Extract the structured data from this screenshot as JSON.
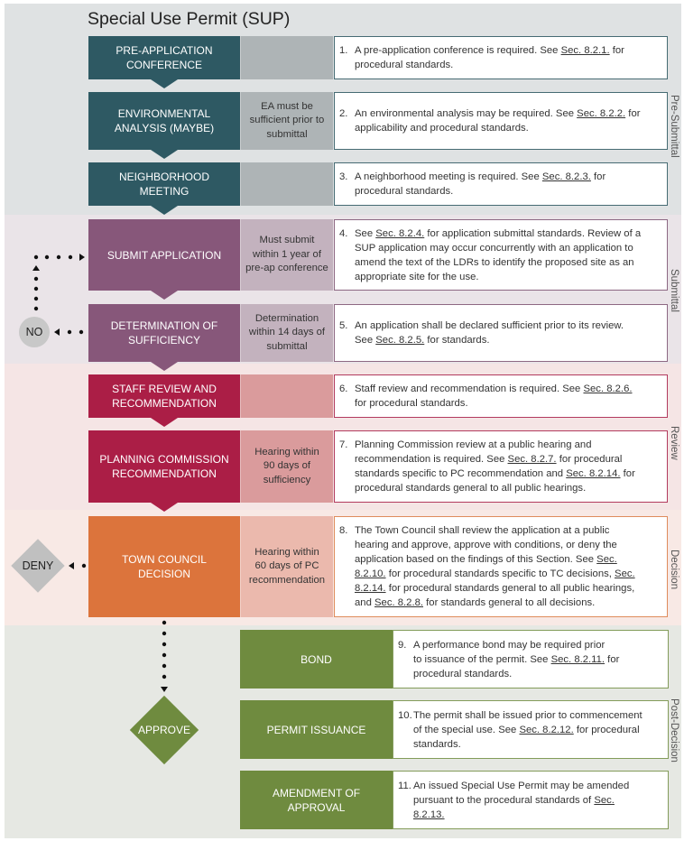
{
  "title": "Special Use Permit (SUP)",
  "phases": {
    "pre_submittal": "Pre-Submittal",
    "submittal": "Submittal",
    "review": "Review",
    "decision": "Decision",
    "post_decision": "Post-Decision"
  },
  "colors": {
    "pre_submittal": "#2e5963",
    "submittal": "#87577a",
    "review": "#ab1e46",
    "decision": "#dc743c",
    "post_decision": "#6f8b3f"
  },
  "decisions": {
    "no": "NO",
    "deny": "DENY",
    "approve": "APPROVE"
  },
  "steps": [
    {
      "num": "1.",
      "name": "PRE-APPLICATION\nCONFERENCE",
      "note": "",
      "desc": [
        [
          {
            "t": "A pre-application conference is required. See "
          },
          {
            "t": "Sec. 8.2.1.",
            "link": true
          },
          {
            "t": " for"
          }
        ],
        [
          {
            "t": "procedural standards."
          }
        ]
      ]
    },
    {
      "num": "2.",
      "name": "ENVIRONMENTAL\nANALYSIS (MAYBE)",
      "note": "EA must be\nsufficient prior to\nsubmittal",
      "desc": [
        [
          {
            "t": "An environmental analysis may be required. See "
          },
          {
            "t": "Sec. 8.2.2.",
            "link": true
          },
          {
            "t": " for"
          }
        ],
        [
          {
            "t": "applicability and procedural standards."
          }
        ]
      ]
    },
    {
      "num": "3.",
      "name": "NEIGHBORHOOD\nMEETING",
      "note": "",
      "desc": [
        [
          {
            "t": "A neighborhood meeting is required. See "
          },
          {
            "t": "Sec. 8.2.3.",
            "link": true
          },
          {
            "t": " for"
          }
        ],
        [
          {
            "t": "procedural standards."
          }
        ]
      ]
    },
    {
      "num": "4.",
      "name": "SUBMIT APPLICATION",
      "note": "Must submit\nwithin 1 year of\npre-ap conference",
      "desc": [
        [
          {
            "t": "See "
          },
          {
            "t": "Sec. 8.2.4.",
            "link": true
          },
          {
            "t": " for application submittal standards. Review of a"
          }
        ],
        [
          {
            "t": "SUP application may occur concurrently with an application to"
          }
        ],
        [
          {
            "t": "amend the text of the LDRs to identify the proposed site as an"
          }
        ],
        [
          {
            "t": "appropriate site for the use."
          }
        ]
      ]
    },
    {
      "num": "5.",
      "name": "DETERMINATION OF\nSUFFICIENCY",
      "note": "Determination\nwithin 14 days of\nsubmittal",
      "desc": [
        [
          {
            "t": "An application shall be declared sufficient prior to its review."
          }
        ],
        [
          {
            "t": "See "
          },
          {
            "t": "Sec. 8.2.5.",
            "link": true
          },
          {
            "t": " for standards."
          }
        ]
      ]
    },
    {
      "num": "6.",
      "name": "STAFF REVIEW AND\nRECOMMENDATION",
      "note": "",
      "desc": [
        [
          {
            "t": "Staff review and recommendation is required. See "
          },
          {
            "t": "Sec. 8.2.6.",
            "link": true
          }
        ],
        [
          {
            "t": "for procedural standards."
          }
        ]
      ]
    },
    {
      "num": "7.",
      "name": "PLANNING COMMISSION\nRECOMMENDATION",
      "note": "Hearing within\n90 days of\nsufficiency",
      "desc": [
        [
          {
            "t": "Planning Commission review at a public hearing and"
          }
        ],
        [
          {
            "t": "recommendation is required. See "
          },
          {
            "t": "Sec. 8.2.7.",
            "link": true
          },
          {
            "t": " for procedural"
          }
        ],
        [
          {
            "t": "standards specific to PC recommendation and "
          },
          {
            "t": "Sec. 8.2.14.",
            "link": true
          },
          {
            "t": " for"
          }
        ],
        [
          {
            "t": "procedural standards general to all public hearings."
          }
        ]
      ]
    },
    {
      "num": "8.",
      "name": "TOWN COUNCIL\nDECISION",
      "note": "Hearing within\n60 days of PC\nrecommendation",
      "desc": [
        [
          {
            "t": "The Town Council shall review the application at a public"
          }
        ],
        [
          {
            "t": "hearing and approve, approve with conditions, or deny the"
          }
        ],
        [
          {
            "t": "application based on the findings of this Section. See "
          },
          {
            "t": "Sec.",
            "link": true
          }
        ],
        [
          {
            "t": "8.2.10.",
            "link": true
          },
          {
            "t": " for procedural standards specific to TC decisions, "
          },
          {
            "t": "Sec.",
            "link": true
          }
        ],
        [
          {
            "t": "8.2.14.",
            "link": true
          },
          {
            "t": " for procedural standards general to all public hearings,"
          }
        ],
        [
          {
            "t": "and "
          },
          {
            "t": "Sec. 8.2.8.",
            "link": true
          },
          {
            "t": " for standards general to all decisions."
          }
        ]
      ]
    },
    {
      "num": "9.",
      "name": "BOND",
      "note": "",
      "desc": [
        [
          {
            "t": "A performance bond may be required prior"
          }
        ],
        [
          {
            "t": "to issuance of the permit. See "
          },
          {
            "t": "Sec. 8.2.11.",
            "link": true
          },
          {
            "t": " for"
          }
        ],
        [
          {
            "t": "procedural standards."
          }
        ]
      ]
    },
    {
      "num": "10.",
      "name": "PERMIT ISSUANCE",
      "note": "",
      "desc": [
        [
          {
            "t": "The permit shall be issued prior to commencement"
          }
        ],
        [
          {
            "t": "of the special use. See "
          },
          {
            "t": "Sec. 8.2.12.",
            "link": true
          },
          {
            "t": " for procedural"
          }
        ],
        [
          {
            "t": "standards."
          }
        ]
      ]
    },
    {
      "num": "11.",
      "name": "AMENDMENT OF\nAPPROVAL",
      "note": "",
      "desc": [
        [
          {
            "t": "An issued Special Use Permit may be amended"
          }
        ],
        [
          {
            "t": "pursuant to the procedural standards of "
          },
          {
            "t": "Sec.",
            "link": true
          }
        ],
        [
          {
            "t": "8.2.13.",
            "link": true
          }
        ]
      ]
    }
  ]
}
